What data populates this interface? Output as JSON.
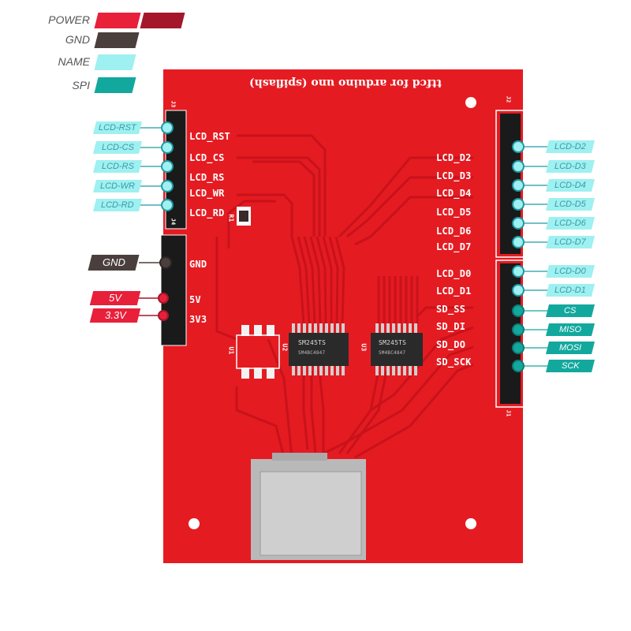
{
  "legend": [
    {
      "label": "POWER",
      "colors": [
        "#e8203a",
        "#a4172b"
      ]
    },
    {
      "label": "GND",
      "colors": [
        "#4a3f3c"
      ]
    },
    {
      "label": "NAME",
      "colors": [
        "#9ff0f0"
      ]
    },
    {
      "label": "SPI",
      "colors": [
        "#13a89e"
      ]
    }
  ],
  "board": {
    "title": "ttfcd for arduino uno (spiflash)",
    "color": "#e51b22"
  },
  "left_header": {
    "silk": [
      "LCD_RST",
      "LCD_CS",
      "LCD_RS",
      "LCD_WR",
      "LCD_RD"
    ],
    "tags": [
      "LCD-RST",
      "LCD-CS",
      "LCD-RS",
      "LCD-WR",
      "LCD-RD"
    ]
  },
  "power_header": {
    "silk": [
      "GND",
      "5V",
      "3V3"
    ],
    "gnd_tag": "GND",
    "tags": [
      "5V",
      "3.3V"
    ]
  },
  "right_header_top": {
    "silk": [
      "LCD_D2",
      "LCD_D3",
      "LCD_D4",
      "LCD_D5",
      "LCD_D6",
      "LCD_D7"
    ],
    "tags": [
      "LCD-D2",
      "LCD-D3",
      "LCD-D4",
      "LCD-D5",
      "LCD-D6",
      "LCD-D7"
    ]
  },
  "right_header_bottom": {
    "silk": [
      "LCD_D0",
      "LCD_D1",
      "SD_SS",
      "SD_DI",
      "SD_DO",
      "SD_SCK"
    ],
    "name_tags": [
      "LCD-D0",
      "LCD-D1"
    ],
    "spi_tags": [
      "CS",
      "MISO",
      "MOSI",
      "SCK"
    ]
  },
  "chips": {
    "label": "SM245TS",
    "sublabel": "SM4BC4847",
    "u2": "U2",
    "u3": "U3"
  },
  "designators": {
    "j1": "J1",
    "j2": "J2",
    "j3": "J3",
    "j4": "J4",
    "r1": "R1",
    "u1": "U1"
  }
}
